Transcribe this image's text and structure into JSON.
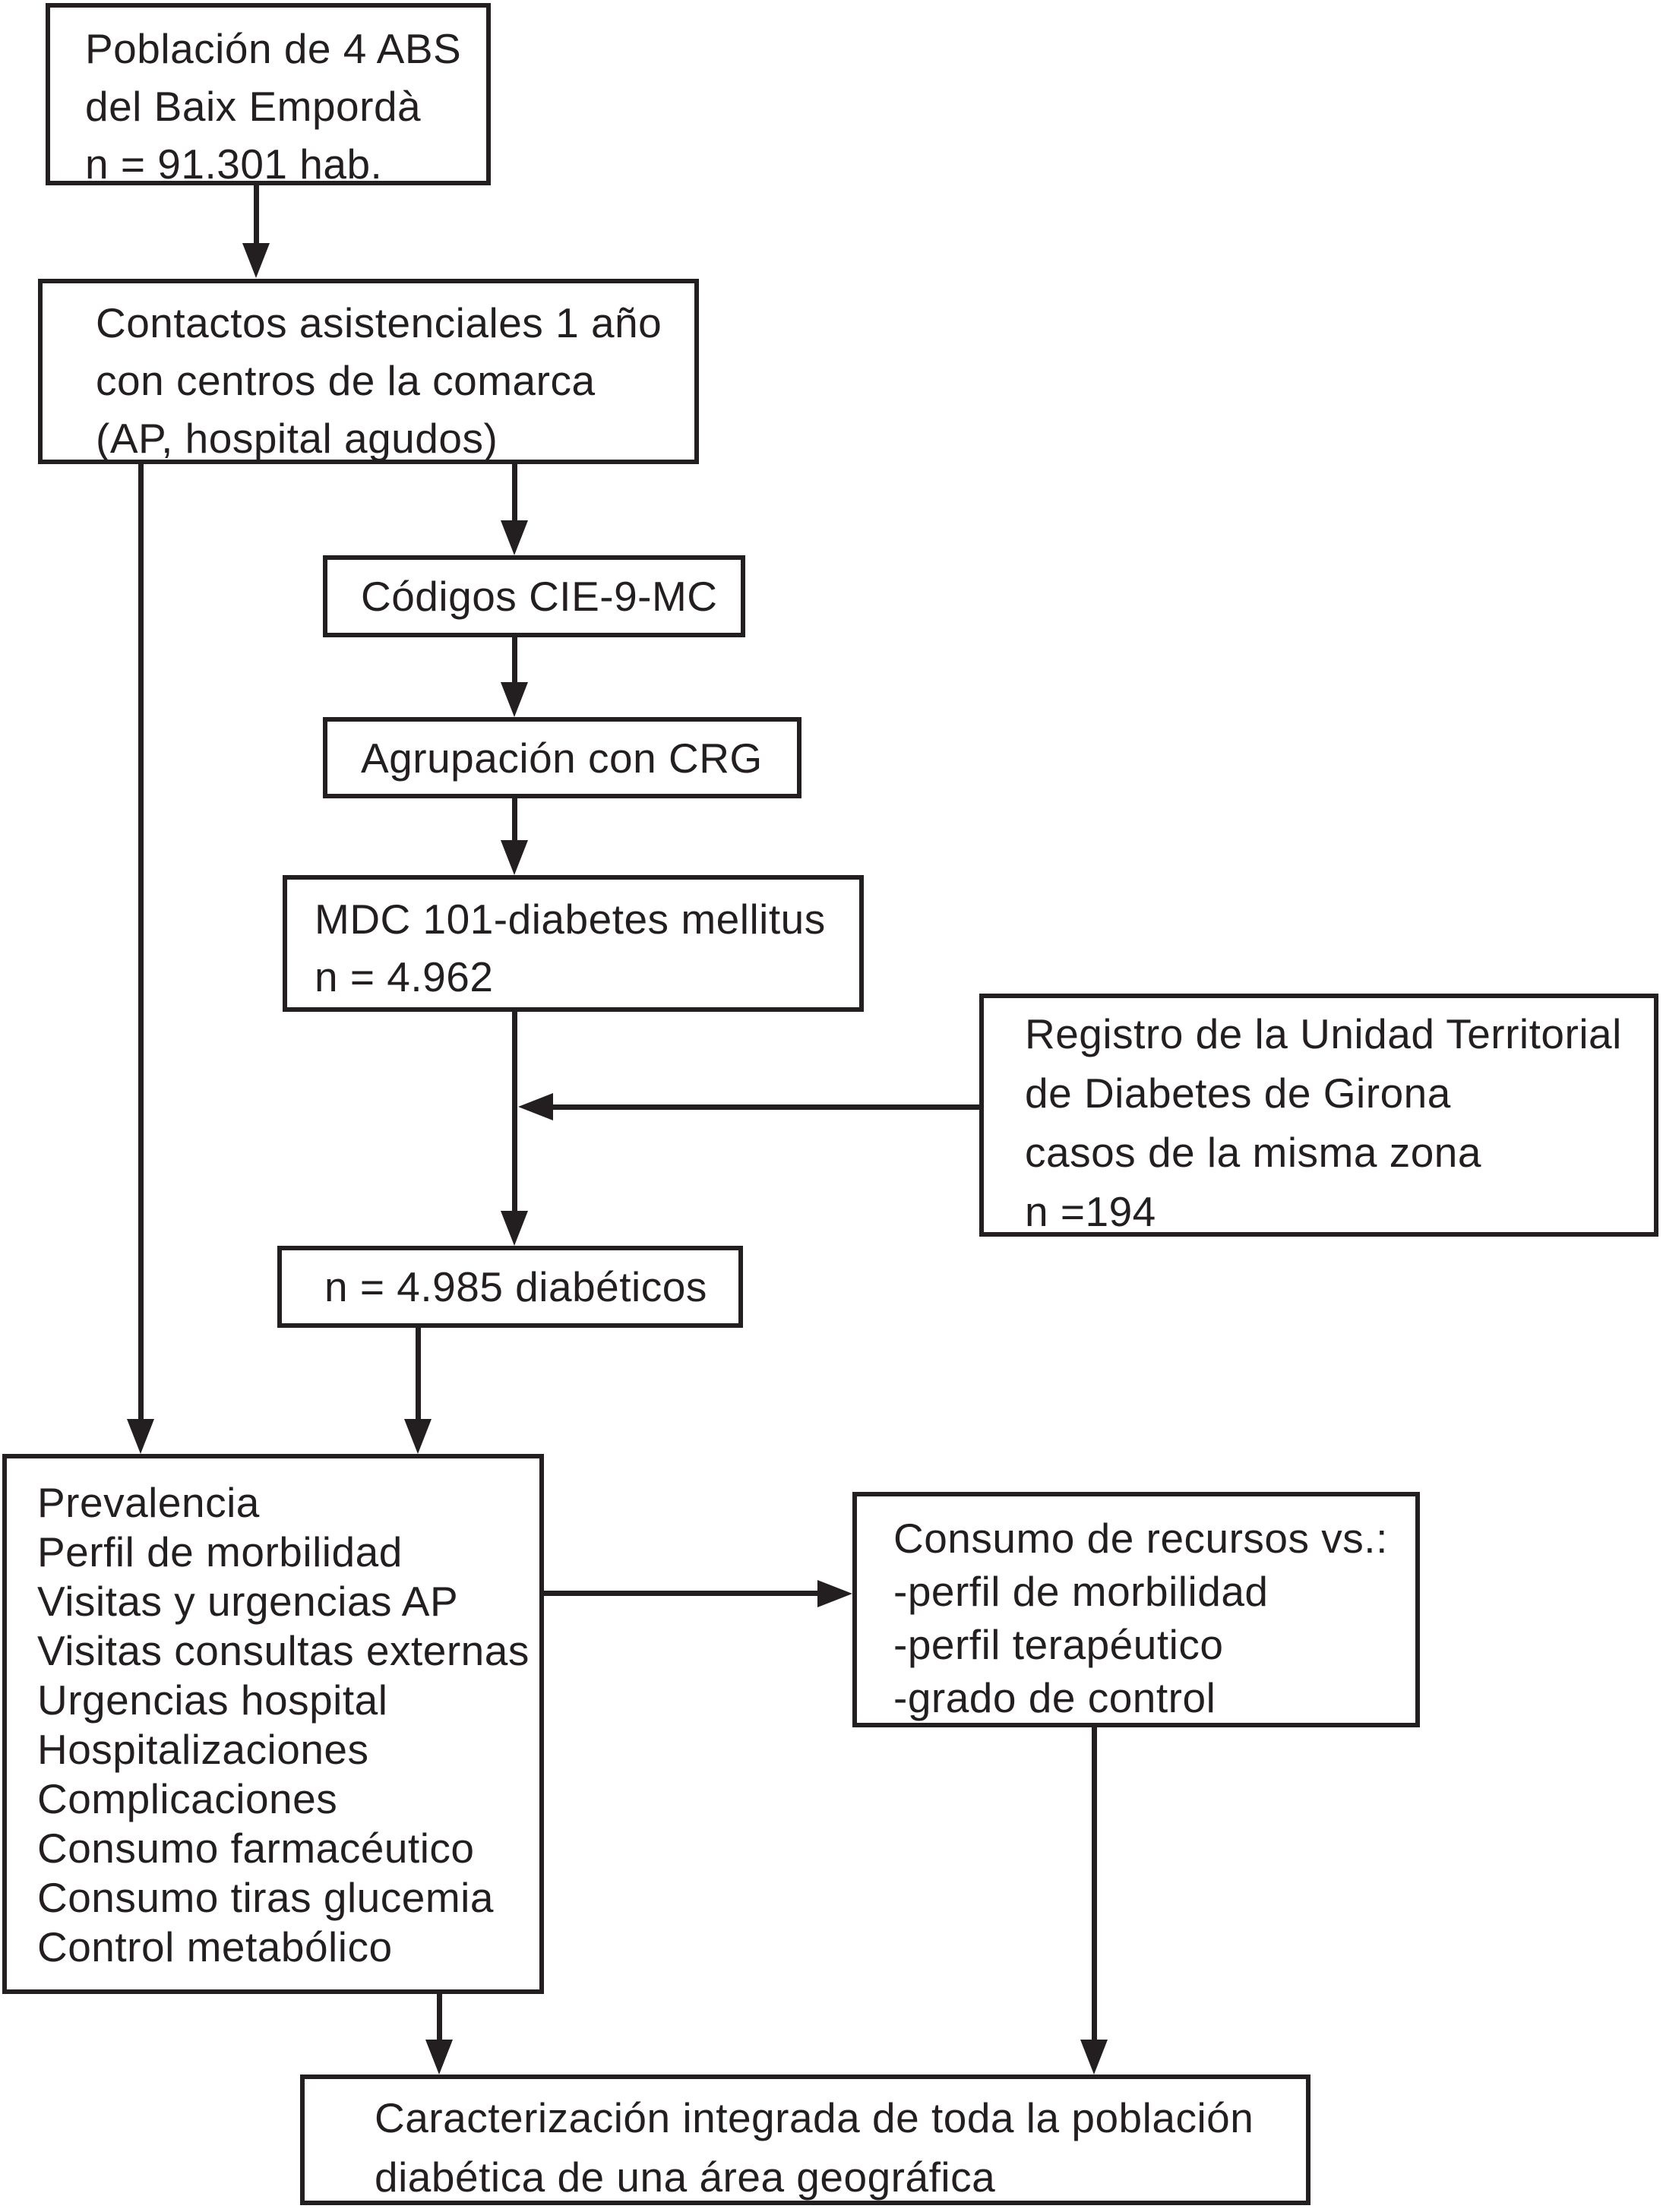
{
  "flowchart": {
    "colors": {
      "ink": "#231f20",
      "paper": "#ffffff"
    },
    "boxes": {
      "poblacion": {
        "lines": [
          "Población de 4 ABS",
          "del Baix Empordà",
          "n = 91.301 hab."
        ]
      },
      "contactos": {
        "lines": [
          "Contactos asistenciales 1 año",
          "con centros de la comarca",
          "(AP, hospital agudos)"
        ]
      },
      "codigos": {
        "label": "Códigos CIE-9-MC"
      },
      "agrupacion": {
        "label": "Agrupación con CRG"
      },
      "mdc": {
        "lines": [
          "MDC 101-diabetes mellitus",
          "n = 4.962"
        ]
      },
      "registro": {
        "lines": [
          "Registro de la Unidad Territorial",
          "de Diabetes de Girona",
          "casos de la misma zona",
          "n =194"
        ]
      },
      "diabeticos": {
        "label": "n = 4.985 diabéticos"
      },
      "analisis": {
        "lines": [
          "Prevalencia",
          "Perfil de morbilidad",
          "Visitas y urgencias AP",
          "Visitas consultas externas",
          "Urgencias hospital",
          "Hospitalizaciones",
          "Complicaciones",
          "Consumo farmacéutico",
          "Consumo tiras glucemia",
          "Control metabólico"
        ]
      },
      "consumo": {
        "lines": [
          "Consumo de recursos vs.:",
          "-perfil de morbilidad",
          "-perfil terapéutico",
          "-grado de control"
        ]
      },
      "caracterizacion": {
        "lines": [
          "Caracterización integrada de toda la población",
          "diabética de una área geográfica"
        ]
      }
    }
  }
}
